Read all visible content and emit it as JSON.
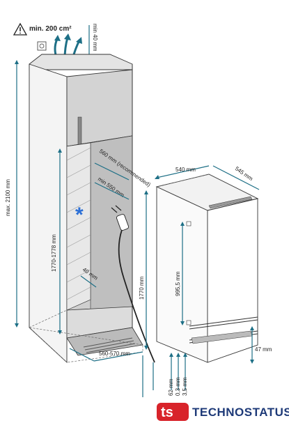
{
  "labels": {
    "vent_area": "min. 200 cm²",
    "top_gap": "min 40 mm",
    "height_max": "max. 2100 mm",
    "niche_height": "1770-1778 mm",
    "niche_depth_rec": "560 mm (recommended)",
    "niche_depth_min": "min 550 mm",
    "bottom_gap": "40 mm",
    "niche_width": "560-570 mm",
    "appl_width": "540 mm",
    "appl_depth": "545 mm",
    "appl_height": "1770 mm",
    "door_height": "995,5 mm",
    "bottom_offset": "47 mm",
    "vert_1": "62 mm",
    "vert_2": "0,3 mm",
    "vert_3": "3,5 mm"
  },
  "logo": {
    "text": "TECHNOSTATUS",
    "mark": "ts"
  },
  "colors": {
    "accent": "#1d6f86",
    "logo_red": "#d8232a",
    "logo_blue": "#1e3a78",
    "star": "#2b6fd6"
  }
}
